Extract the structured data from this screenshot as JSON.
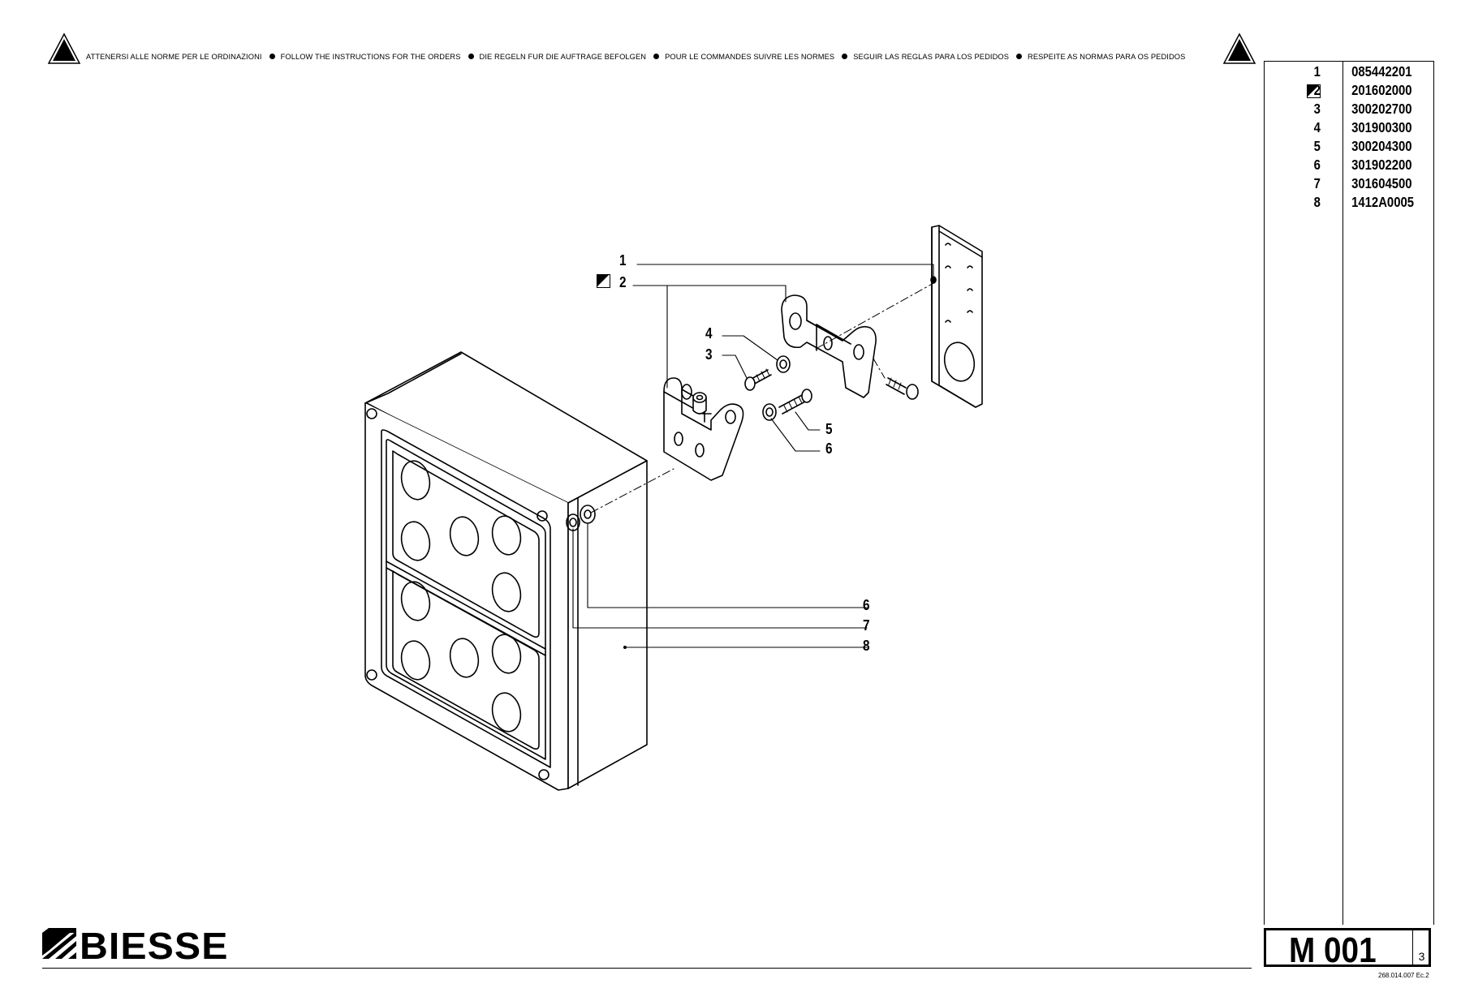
{
  "header": {
    "instructions": [
      "ATTENERSI ALLE NORME PER LE ORDINAZIONI",
      "FOLLOW THE INSTRUCTIONS FOR THE ORDERS",
      "DIE REGELN FUR DIE AUFTRAGE BEFOLGEN",
      "POUR LE COMMANDES SUIVRE LES NORMES",
      "SEGUIR LAS REGLAS PARA LOS PEDIDOS",
      "RESPEITE AS NORMAS PARA OS PEDIDOS"
    ]
  },
  "parts_list": [
    {
      "num": "1",
      "code": "085442201",
      "marked": false
    },
    {
      "num": "2",
      "code": "201602000",
      "marked": true
    },
    {
      "num": "3",
      "code": "300202700",
      "marked": false
    },
    {
      "num": "4",
      "code": "301900300",
      "marked": false
    },
    {
      "num": "5",
      "code": "300204300",
      "marked": false
    },
    {
      "num": "6",
      "code": "301902200",
      "marked": false
    },
    {
      "num": "7",
      "code": "301604500",
      "marked": false
    },
    {
      "num": "8",
      "code": "1412A0005",
      "marked": false
    }
  ],
  "callouts": {
    "c1": "1",
    "c2": "2",
    "c3": "3",
    "c4": "4",
    "c5": "5",
    "c6a": "6",
    "c6b": "6",
    "c7": "7",
    "c8": "8"
  },
  "brand": {
    "name": "BIESSE"
  },
  "sheet": {
    "code": "M 001",
    "number": "3",
    "doc_ref": "268.014.007 Ec.2"
  }
}
